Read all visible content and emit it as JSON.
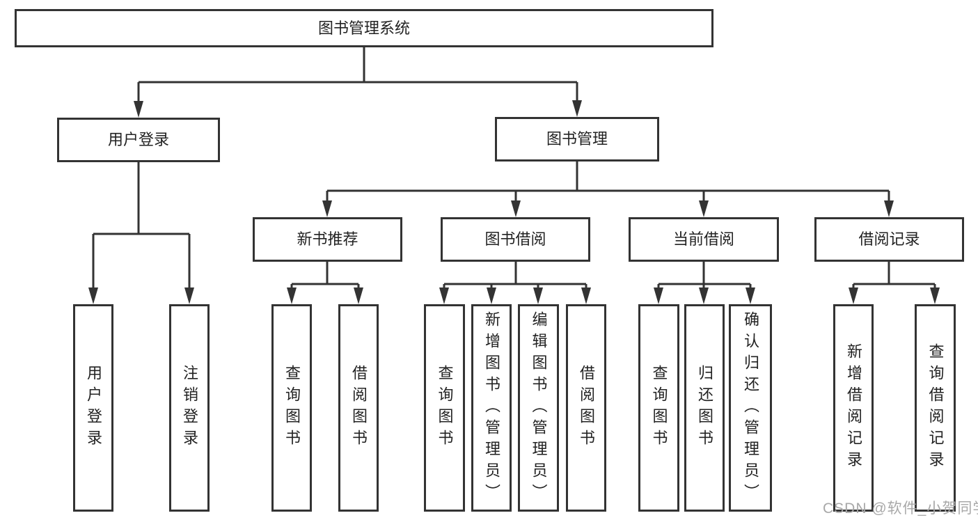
{
  "root": {
    "label": "图书管理系统"
  },
  "user_branch": {
    "label": "用户登录",
    "children": [
      {
        "label": "用户登录"
      },
      {
        "label": "注销登录"
      }
    ]
  },
  "book_branch": {
    "label": "图书管理",
    "groups": [
      {
        "label": "新书推荐",
        "children": [
          {
            "label": "查询图书"
          },
          {
            "label": "借阅图书"
          }
        ]
      },
      {
        "label": "图书借阅",
        "children": [
          {
            "label": "查询图书"
          },
          {
            "label": "新增图书（管理员）"
          },
          {
            "label": "编辑图书（管理员）"
          },
          {
            "label": "借阅图书"
          }
        ]
      },
      {
        "label": "当前借阅",
        "children": [
          {
            "label": "查询图书"
          },
          {
            "label": "归还图书"
          },
          {
            "label": "确认归还（管理员）"
          }
        ]
      },
      {
        "label": "借阅记录",
        "children": [
          {
            "label": "新增借阅记录"
          },
          {
            "label": "查询借阅记录"
          }
        ]
      }
    ]
  },
  "watermark": {
    "text": "CSDN @软件_小贺同学"
  },
  "colors": {
    "line": "#333333",
    "text": "#222222",
    "box_background": "#ffffff",
    "watermark": "#a8a8a8"
  }
}
